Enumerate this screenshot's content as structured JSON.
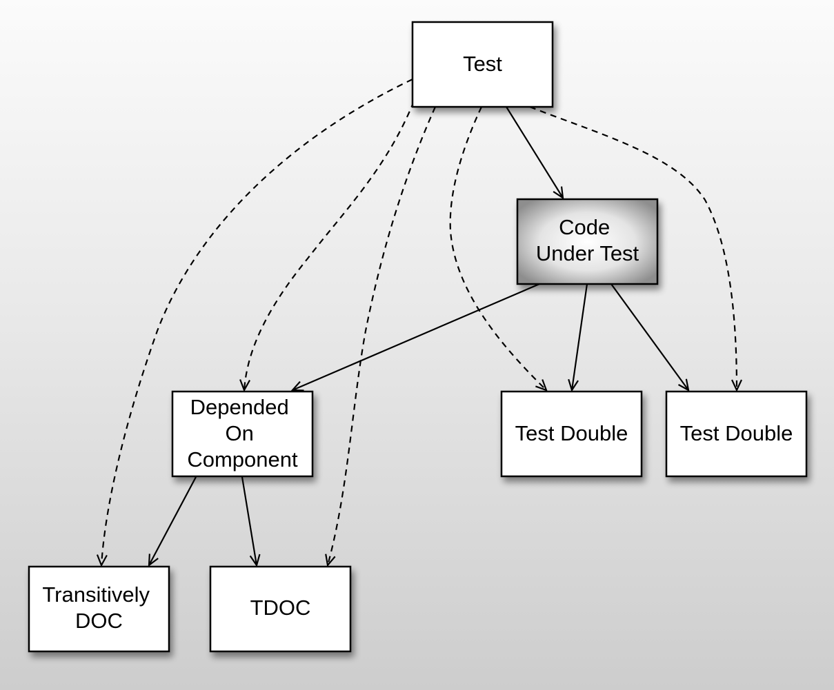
{
  "nodes": [
    {
      "id": "test",
      "label_lines": [
        "Test"
      ]
    },
    {
      "id": "code_under_test",
      "label_lines": [
        "Code",
        "Under Test"
      ]
    },
    {
      "id": "depended_on_component",
      "label_lines": [
        "Depended",
        "On",
        "Component"
      ]
    },
    {
      "id": "test_double_1",
      "label_lines": [
        "Test Double"
      ]
    },
    {
      "id": "test_double_2",
      "label_lines": [
        "Test Double"
      ]
    },
    {
      "id": "transitively_doc",
      "label_lines": [
        "Transitively",
        "DOC"
      ]
    },
    {
      "id": "tdoc",
      "label_lines": [
        "TDOC"
      ]
    }
  ],
  "edges": [
    {
      "from": "test",
      "to": "code_under_test",
      "style": "solid"
    },
    {
      "from": "test",
      "to": "transitively_doc",
      "style": "dashed"
    },
    {
      "from": "test",
      "to": "depended_on_component",
      "style": "dashed"
    },
    {
      "from": "test",
      "to": "tdoc",
      "style": "dashed"
    },
    {
      "from": "test",
      "to": "test_double_1",
      "style": "dashed"
    },
    {
      "from": "test",
      "to": "test_double_2",
      "style": "dashed"
    },
    {
      "from": "code_under_test",
      "to": "depended_on_component",
      "style": "solid"
    },
    {
      "from": "code_under_test",
      "to": "test_double_1",
      "style": "solid"
    },
    {
      "from": "code_under_test",
      "to": "test_double_2",
      "style": "solid"
    },
    {
      "from": "depended_on_component",
      "to": "transitively_doc",
      "style": "solid"
    },
    {
      "from": "depended_on_component",
      "to": "tdoc",
      "style": "solid"
    }
  ]
}
